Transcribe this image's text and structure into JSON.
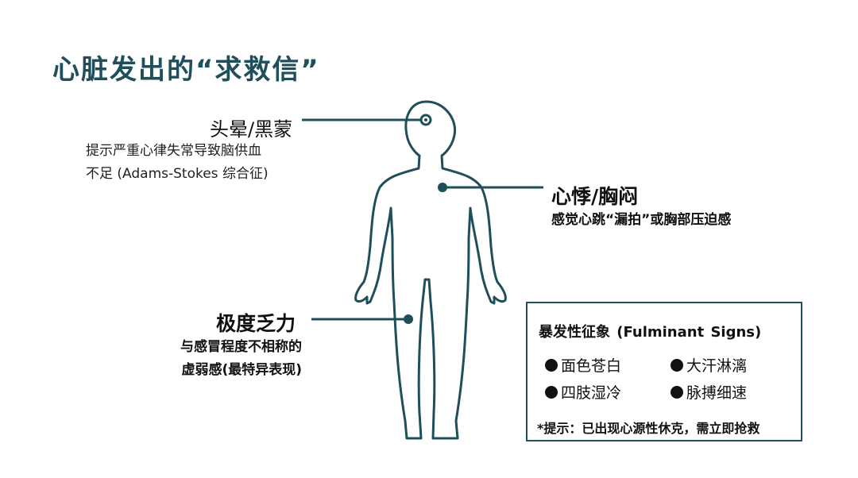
{
  "title": "心脏发出的“求救信”",
  "colors": {
    "title": "#1f4f5b",
    "outline": "#1f4f5b",
    "marker": "#1f4f5b"
  },
  "symptoms": {
    "dizziness": {
      "heading": "头晕/黑蒙",
      "desc_line1": "提示严重心律失常导致脑供血",
      "desc_line2": "不足 (Adams-Stokes  综合征)"
    },
    "palpitation": {
      "heading": "心悸/胸闷",
      "desc": "感觉心跳“漏拍”或胸部压迫感"
    },
    "fatigue": {
      "heading": "极度乏力",
      "desc_line1": "与感冒程度不相称的",
      "desc_line2": "虚弱感(最特异表现)"
    }
  },
  "fulminant_signs": {
    "title": "暴发性征象 (Fulminant    Signs)",
    "items": [
      "面色苍白",
      "大汗淋漓",
      "四肢湿冷",
      "脉搏细速"
    ],
    "note": "*提示：已出现心源性休克，需立即抢救"
  }
}
